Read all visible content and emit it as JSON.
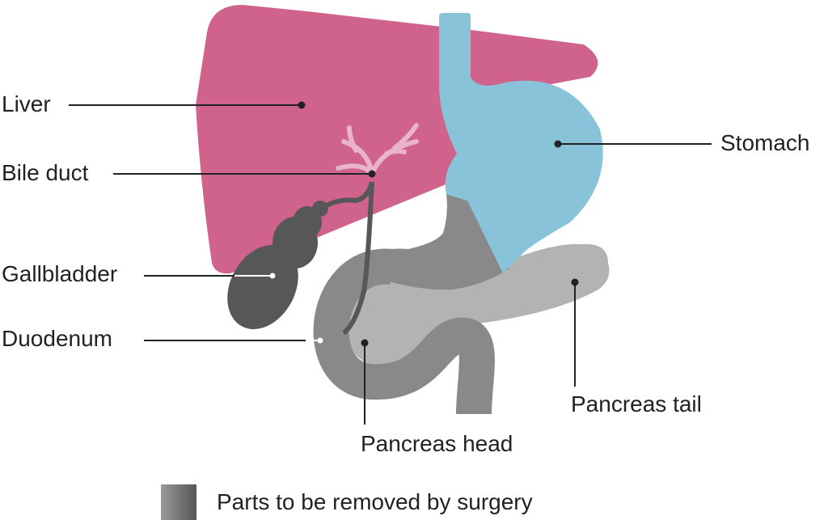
{
  "labels": {
    "liver": "Liver",
    "bile_duct": "Bile duct",
    "gallbladder": "Gallbladder",
    "duodenum": "Duodenum",
    "stomach": "Stomach",
    "pancreas_tail": "Pancreas tail",
    "pancreas_head": "Pancreas head"
  },
  "legend": {
    "label": "Parts to be removed by surgery"
  },
  "colors": {
    "liver": "#d0638c",
    "stomach": "#88c3da",
    "bile_branches": "#e9b3c9",
    "dark_gray": "#575757",
    "mid_gray": "#898989",
    "light_gray": "#b3b3b3"
  }
}
